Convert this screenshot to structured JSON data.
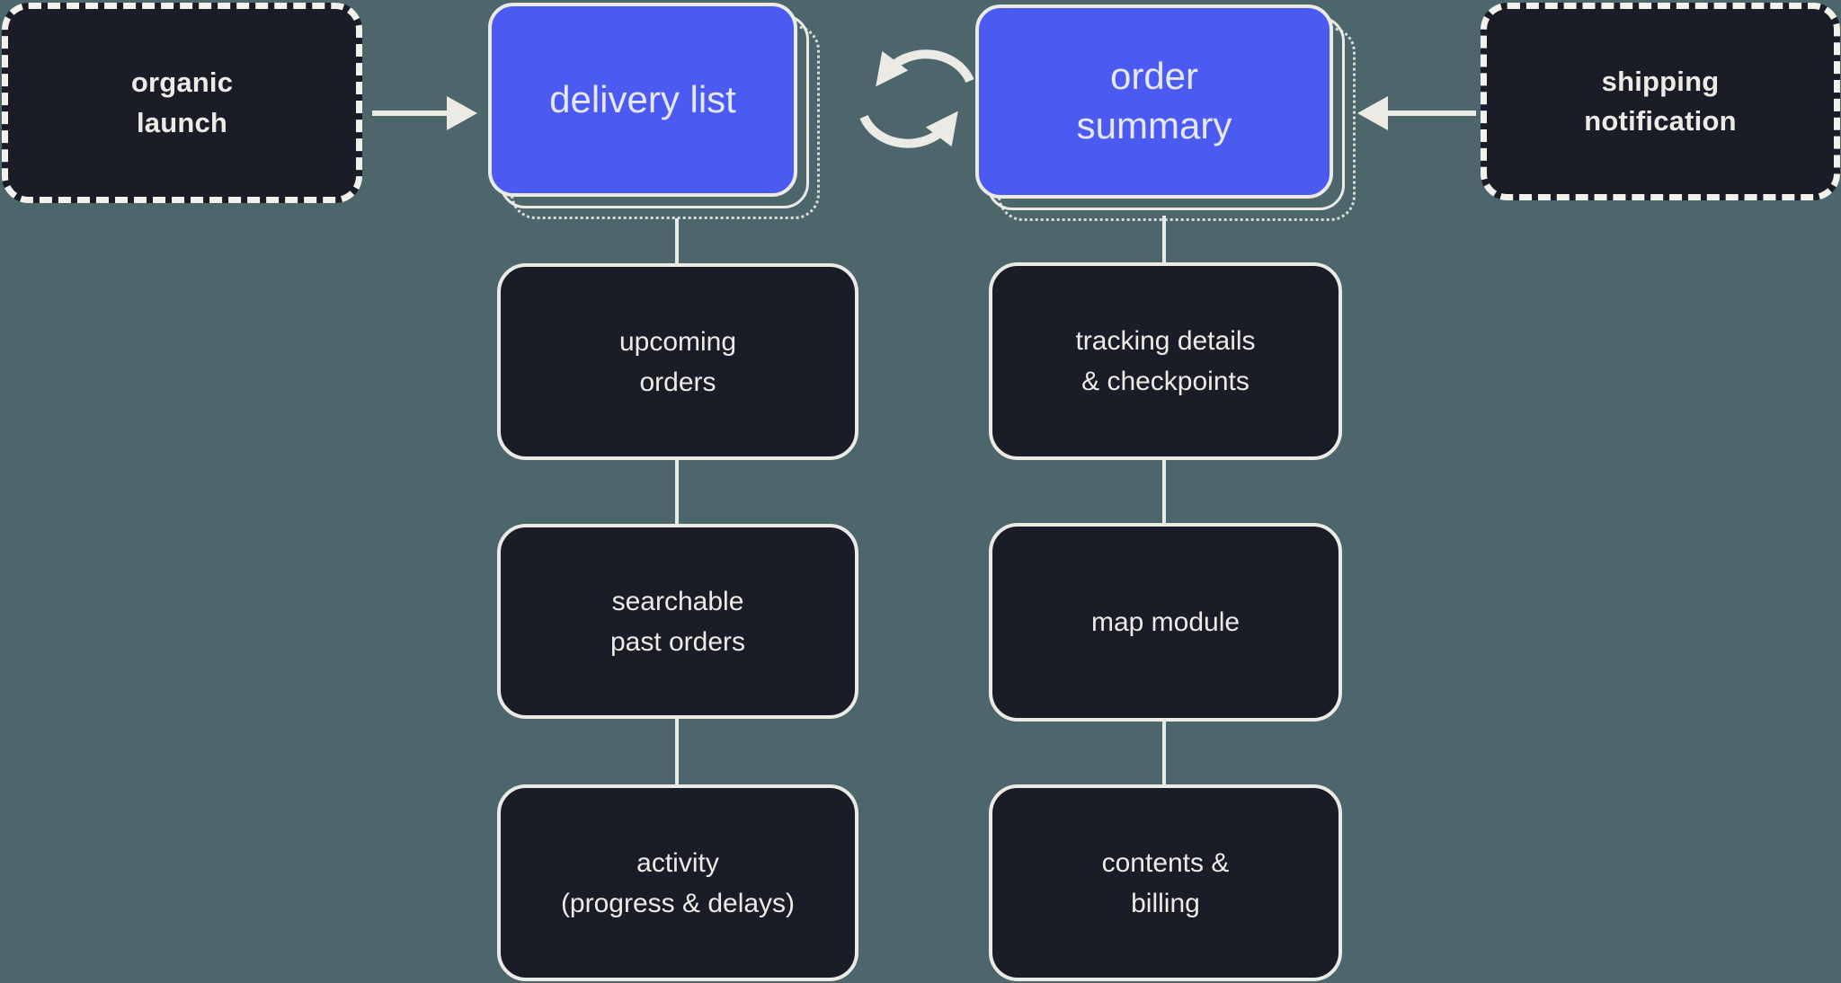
{
  "colors": {
    "background": "#4D666C",
    "node_dark_fill": "#1A1C27",
    "node_blue_fill": "#4B5AF0",
    "stroke_light": "#ECEAE5"
  },
  "entry_nodes": {
    "organic_launch": {
      "label": "organic\nlaunch"
    },
    "shipping_notification": {
      "label": "shipping\nnotification"
    }
  },
  "screen_nodes": {
    "delivery_list": {
      "label": "delivery list"
    },
    "order_summary": {
      "label": "order\nsummary"
    }
  },
  "delivery_list_children": [
    {
      "label": "upcoming\norders"
    },
    {
      "label": "searchable\npast orders"
    },
    {
      "label": "activity\n(progress & delays)"
    }
  ],
  "order_summary_children": [
    {
      "label": "tracking details\n& checkpoints"
    },
    {
      "label": "map module"
    },
    {
      "label": "contents &\nbilling"
    }
  ],
  "icons": {
    "sync_icon": "sync-arrows",
    "arrow_right_icon": "arrow-right",
    "arrow_left_icon": "arrow-left"
  }
}
